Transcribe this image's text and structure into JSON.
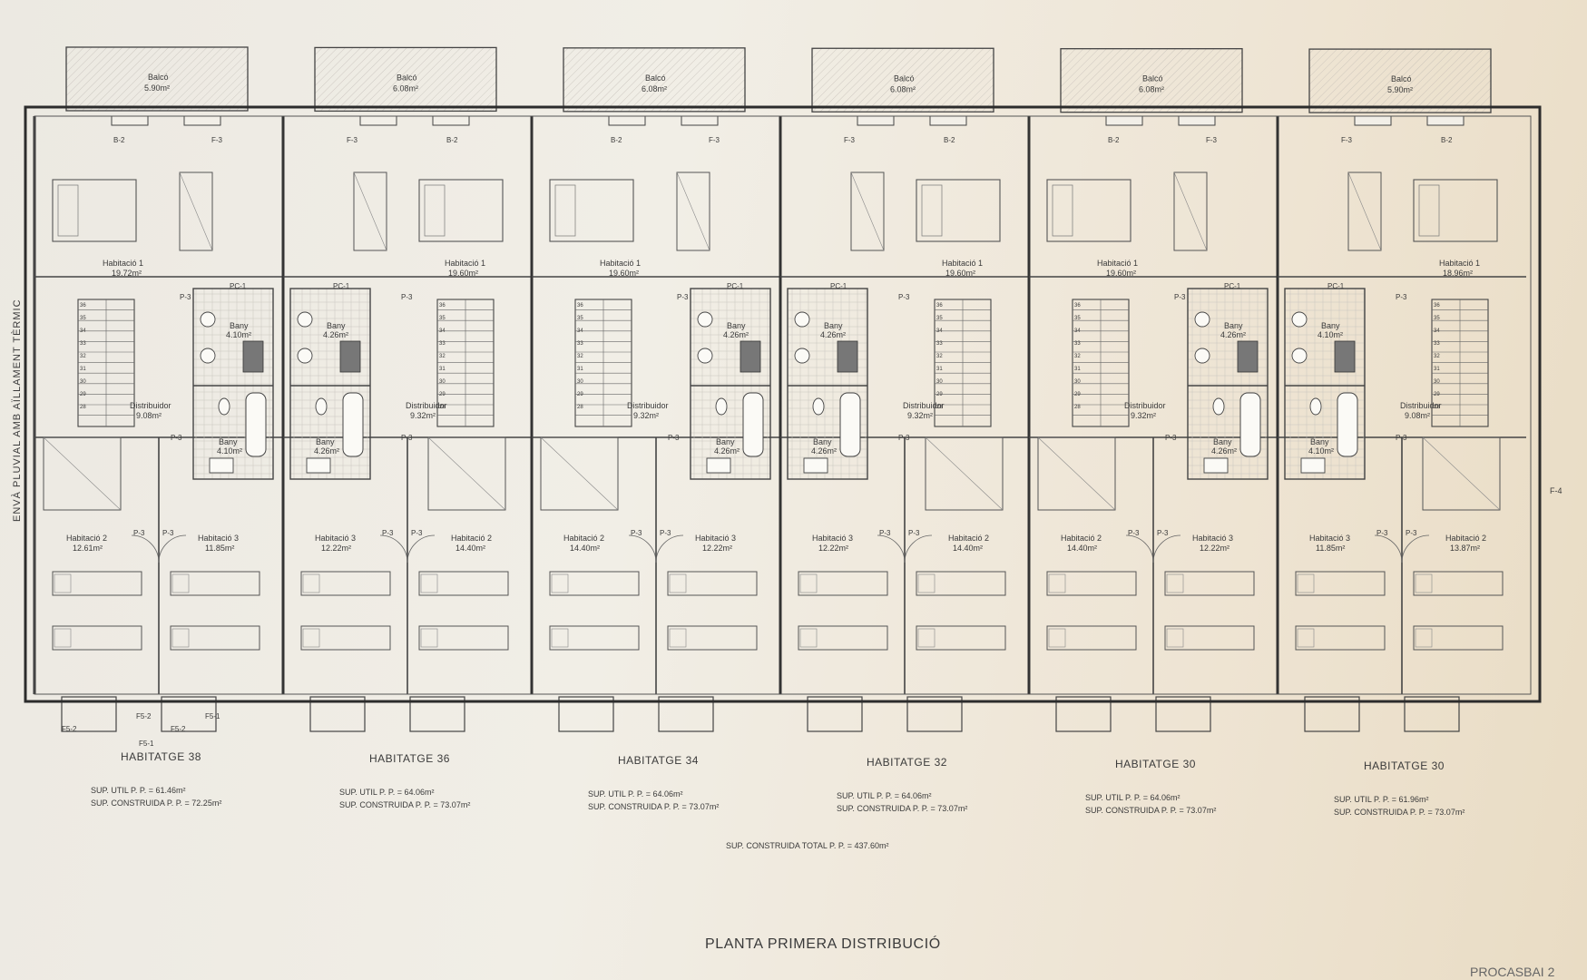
{
  "side_note": "ENVÀ PLUVIAL AMB AÏLLAMENT TÈRMIC",
  "plan_title": "PLANTA PRIMERA DISTRIBUCIÓ",
  "total_area": "SUP. CONSTRUIDA TOTAL P. P. = 437.60m²",
  "corner_stamp": "PROCASBAI 2",
  "code_f4": "F-4",
  "units": [
    {
      "name": "HABITATGE 38",
      "util": "SUP. UTIL P. P. = 61.46m²",
      "construida": "SUP. CONSTRUIDA P. P. = 72.25m²",
      "balcony": "Balcó",
      "balcony_area": "5.90m²",
      "hab1": "Habitació 1",
      "hab1_area": "19.72m²",
      "hab2": "Habitació 2",
      "hab2_area": "12.61m²",
      "hab3": "Habitació 3",
      "hab3_area": "11.85m²",
      "distrib": "Distribuidor",
      "distrib_area": "9.08m²",
      "bany": "Bany",
      "bany1_area": "4.10m²",
      "bany2_area": "4.10m²",
      "codes": [
        "B-2",
        "F-3",
        "PC-1",
        "P-3",
        "P-3",
        "P-3",
        "P-3"
      ],
      "bottom_codes": [
        "F5-2",
        "F5-2",
        "F5-2",
        "F5-1",
        "F5-1"
      ]
    },
    {
      "name": "HABITATGE 36",
      "util": "SUP. UTIL P. P. = 64.06m²",
      "construida": "SUP. CONSTRUIDA P. P. = 73.07m²",
      "balcony": "Balcó",
      "balcony_area": "6.08m²",
      "hab1": "Habitació 1",
      "hab1_area": "19.60m²",
      "hab2": "Habitació 2",
      "hab2_area": "14.40m²",
      "hab3": "Habitació 3",
      "hab3_area": "12.22m²",
      "distrib": "Distribuidor",
      "distrib_area": "9.32m²",
      "bany": "Bany",
      "bany1_area": "4.26m²",
      "bany2_area": "4.26m²",
      "codes": [
        "F-3",
        "B-2",
        "PC-1",
        "P-3",
        "P-3",
        "P-3",
        "P-3"
      ],
      "bottom_codes": []
    },
    {
      "name": "HABITATGE 34",
      "util": "SUP. UTIL P. P. = 64.06m²",
      "construida": "SUP. CONSTRUIDA P. P. = 73.07m²",
      "balcony": "Balcó",
      "balcony_area": "6.08m²",
      "hab1": "Habitació 1",
      "hab1_area": "19.60m²",
      "hab2": "Habitació 2",
      "hab2_area": "14.40m²",
      "hab3": "Habitació 3",
      "hab3_area": "12.22m²",
      "distrib": "Distribuidor",
      "distrib_area": "9.32m²",
      "bany": "Bany",
      "bany1_area": "4.26m²",
      "bany2_area": "4.26m²",
      "codes": [
        "B-2",
        "F-3",
        "PC-1",
        "P-3",
        "P-3",
        "P-3",
        "P-3"
      ],
      "bottom_codes": []
    },
    {
      "name": "HABITATGE 32",
      "util": "SUP. UTIL P. P. = 64.06m²",
      "construida": "SUP. CONSTRUIDA P. P. = 73.07m²",
      "balcony": "Balcó",
      "balcony_area": "6.08m²",
      "hab1": "Habitació 1",
      "hab1_area": "19.60m²",
      "hab2": "Habitació 2",
      "hab2_area": "14.40m²",
      "hab3": "Habitació 3",
      "hab3_area": "12.22m²",
      "distrib": "Distribuidor",
      "distrib_area": "9.32m²",
      "bany": "Bany",
      "bany1_area": "4.26m²",
      "bany2_area": "4.26m²",
      "codes": [
        "F-3",
        "B-2",
        "PC-1",
        "P-3",
        "P-3",
        "P-3",
        "P-3"
      ],
      "bottom_codes": []
    },
    {
      "name": "HABITATGE 30",
      "util": "SUP. UTIL P. P. = 64.06m²",
      "construida": "SUP. CONSTRUIDA P. P. = 73.07m²",
      "balcony": "Balcó",
      "balcony_area": "6.08m²",
      "hab1": "Habitació 1",
      "hab1_area": "19.60m²",
      "hab2": "Habitació 2",
      "hab2_area": "14.40m²",
      "hab3": "Habitació 3",
      "hab3_area": "12.22m²",
      "distrib": "Distribuidor",
      "distrib_area": "9.32m²",
      "bany": "Bany",
      "bany1_area": "4.26m²",
      "bany2_area": "4.26m²",
      "codes": [
        "B-2",
        "F-3",
        "PC-1",
        "P-3",
        "P-3",
        "P-3",
        "P-3"
      ],
      "bottom_codes": []
    },
    {
      "name": "HABITATGE 30",
      "util": "SUP. UTIL P. P. = 61.96m²",
      "construida": "SUP. CONSTRUIDA P. P. = 73.07m²",
      "balcony": "Balcó",
      "balcony_area": "5.90m²",
      "hab1": "Habitació 1",
      "hab1_area": "18.96m²",
      "hab2": "Habitació 2",
      "hab2_area": "13.87m²",
      "hab3": "Habitació 3",
      "hab3_area": "11.85m²",
      "distrib": "Distribuidor",
      "distrib_area": "9.08m²",
      "bany": "Bany",
      "bany1_area": "4.10m²",
      "bany2_area": "4.10m²",
      "codes": [
        "F-3",
        "B-2",
        "PC-1",
        "P-3",
        "P-3",
        "P-3",
        "P-3"
      ],
      "bottom_codes": []
    }
  ]
}
